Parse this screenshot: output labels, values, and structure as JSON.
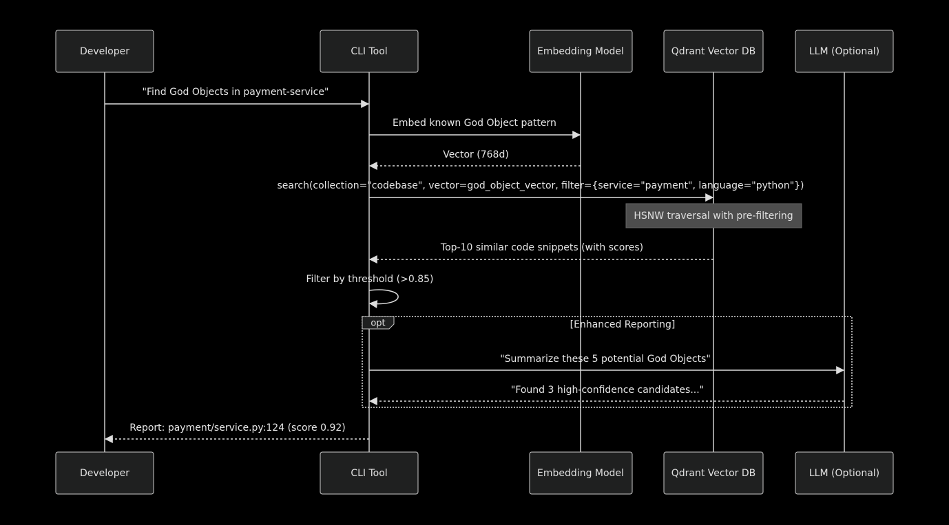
{
  "participants": [
    {
      "id": "dev",
      "label": "Developer"
    },
    {
      "id": "cli",
      "label": "CLI Tool"
    },
    {
      "id": "emb",
      "label": "Embedding Model"
    },
    {
      "id": "qdr",
      "label": "Qdrant Vector DB"
    },
    {
      "id": "llm",
      "label": "LLM (Optional)"
    }
  ],
  "messages": [
    {
      "from": "dev",
      "to": "cli",
      "style": "solid",
      "text": "\"Find God Objects in payment-service\""
    },
    {
      "from": "cli",
      "to": "emb",
      "style": "solid",
      "text": "Embed known God Object pattern"
    },
    {
      "from": "emb",
      "to": "cli",
      "style": "dashed",
      "text": "Vector (768d)"
    },
    {
      "from": "cli",
      "to": "qdr",
      "style": "solid",
      "text": "search(collection=\"codebase\", vector=god_object_vector, filter={service=\"payment\", language=\"python\"})"
    },
    {
      "from": "qdr",
      "to": "cli",
      "style": "dashed",
      "text": "Top-10 similar code snippets (with scores)"
    },
    {
      "from": "cli",
      "to": "cli",
      "style": "solid",
      "text": "Filter by threshold (>0.85)"
    },
    {
      "from": "cli",
      "to": "llm",
      "style": "solid",
      "text": "\"Summarize these 5 potential God Objects\""
    },
    {
      "from": "llm",
      "to": "cli",
      "style": "dashed",
      "text": "\"Found 3 high-confidence candidates...\""
    },
    {
      "from": "cli",
      "to": "dev",
      "style": "dashed",
      "text": "Report: payment/service.py:124 (score 0.92)"
    }
  ],
  "note": {
    "over": "qdr",
    "text": "HSNW traversal with pre-filtering"
  },
  "frame": {
    "keyword": "opt",
    "condition": "[Enhanced Reporting]"
  },
  "colors": {
    "background": "#000000",
    "box_fill": "#1f2020",
    "box_stroke": "#cccccc",
    "line": "#dddddd",
    "note_fill": "#4d4d4d",
    "text": "#e0e0e0"
  }
}
